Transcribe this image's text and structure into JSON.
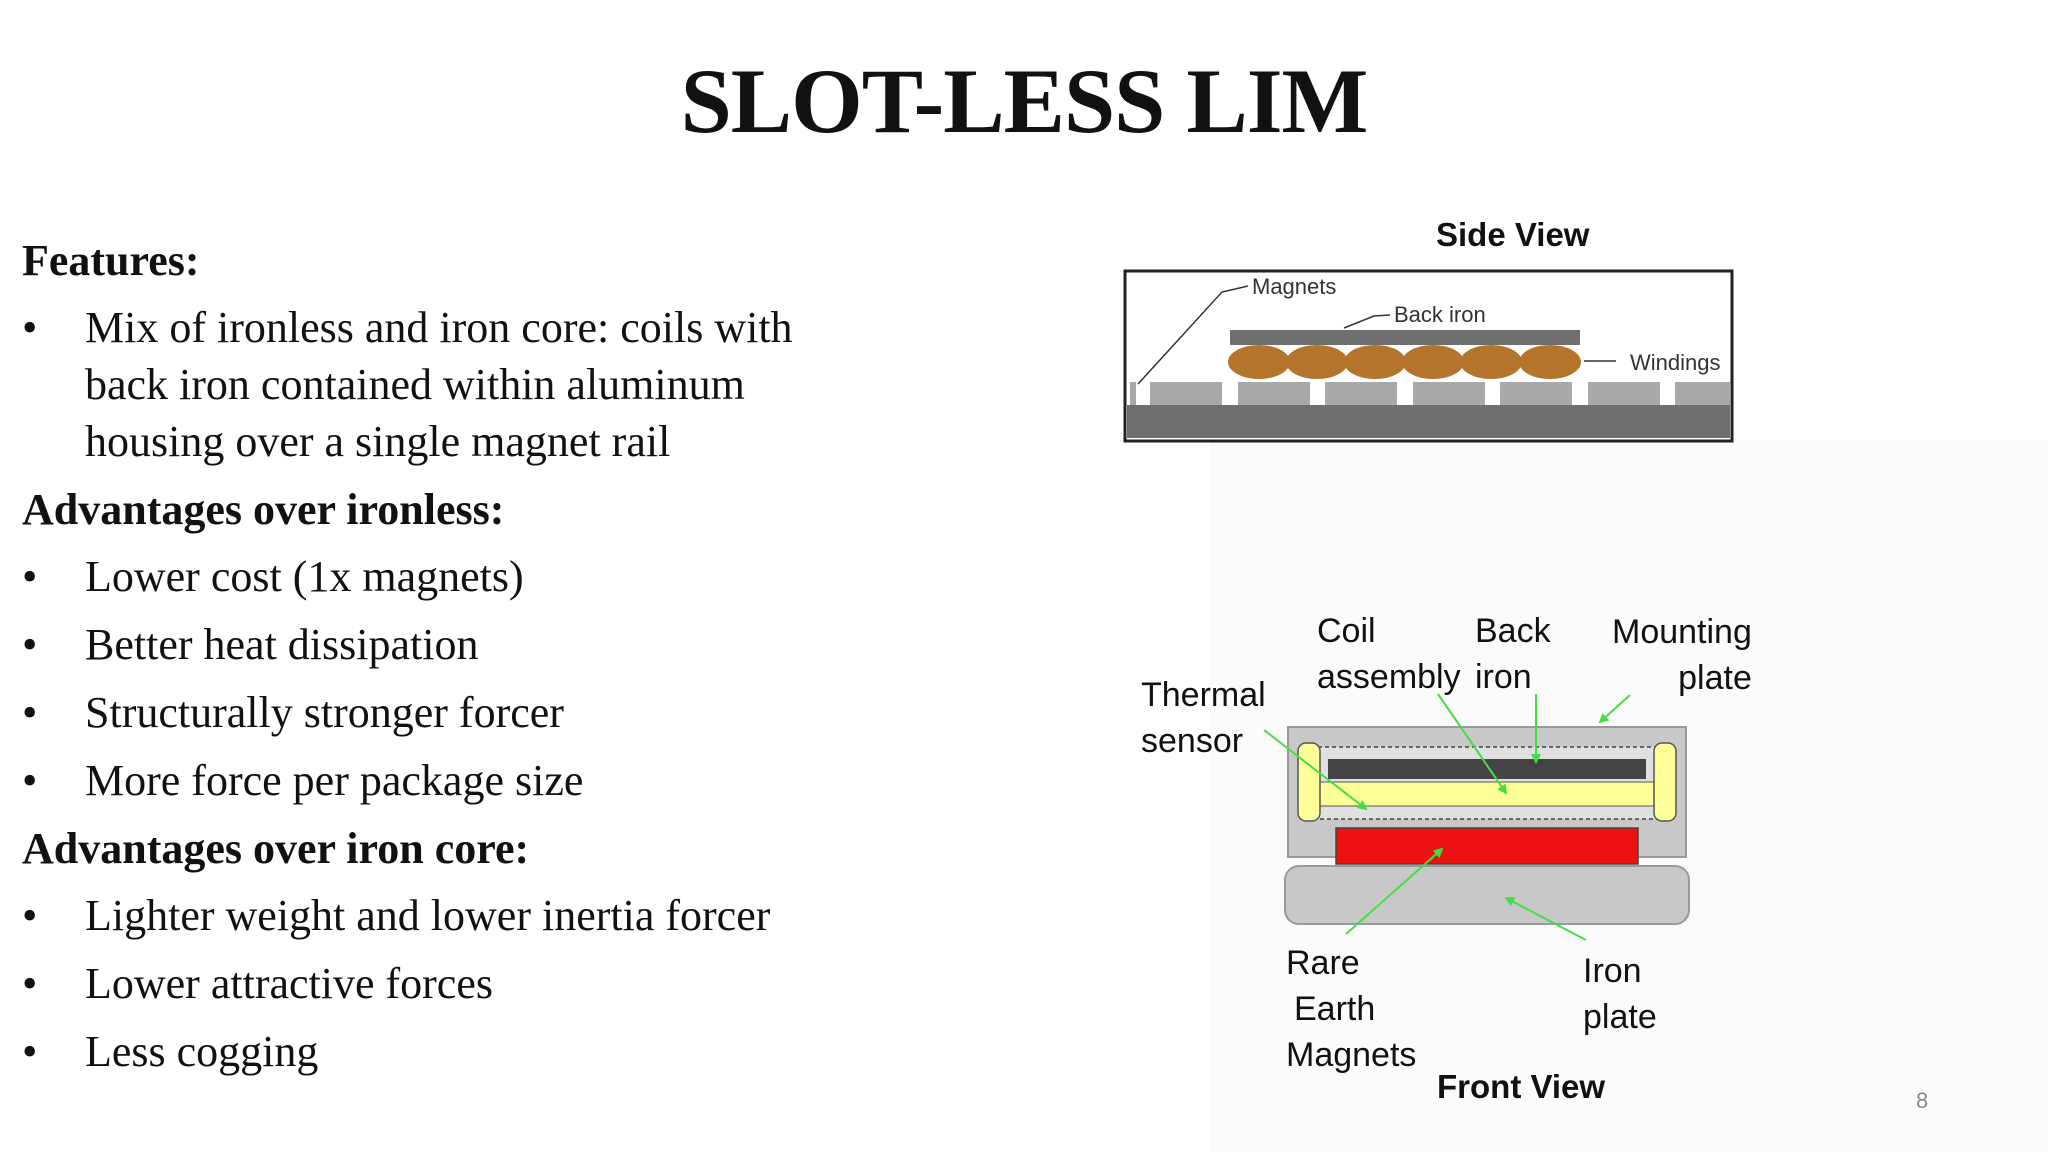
{
  "title": "SLOT-LESS LIM",
  "sections": [
    {
      "heading": "Features:",
      "bullets": [
        "Mix of ironless and iron core: coils with back iron contained within aluminum housing over a single magnet rail"
      ]
    },
    {
      "heading": "Advantages over ironless:",
      "bullets": [
        "Lower cost (1x magnets)",
        "Better heat dissipation",
        "Structurally stronger forcer",
        "More force per package size"
      ]
    },
    {
      "heading": "Advantages over iron core:",
      "bullets": [
        "Lighter weight and lower inertia forcer",
        "Lower attractive forces",
        "Less cogging"
      ]
    }
  ],
  "bullet_char": "•",
  "side_view": {
    "label": "Side View",
    "callouts": {
      "magnets": "Magnets",
      "back_iron": "Back iron",
      "windings": "Windings"
    }
  },
  "front_view": {
    "label": "Front View",
    "callouts": {
      "thermal_sensor": [
        "Thermal",
        "sensor"
      ],
      "coil_assembly": [
        "Coil",
        "assembly"
      ],
      "back_iron": [
        "Back",
        "iron"
      ],
      "mounting_plate": [
        "Mounting",
        "plate"
      ],
      "rare_earth_magnets": [
        "Rare",
        "Earth",
        "Magnets"
      ],
      "iron_plate": [
        "Iron",
        "plate"
      ]
    }
  },
  "page_number": "8",
  "colors": {
    "winding": "#b5742c",
    "magnet_front": "#ee1111",
    "coil_front": "#ffff99",
    "arrow": "#44dd44",
    "steel": "#c8c8c8",
    "dark_steel": "#777777"
  }
}
